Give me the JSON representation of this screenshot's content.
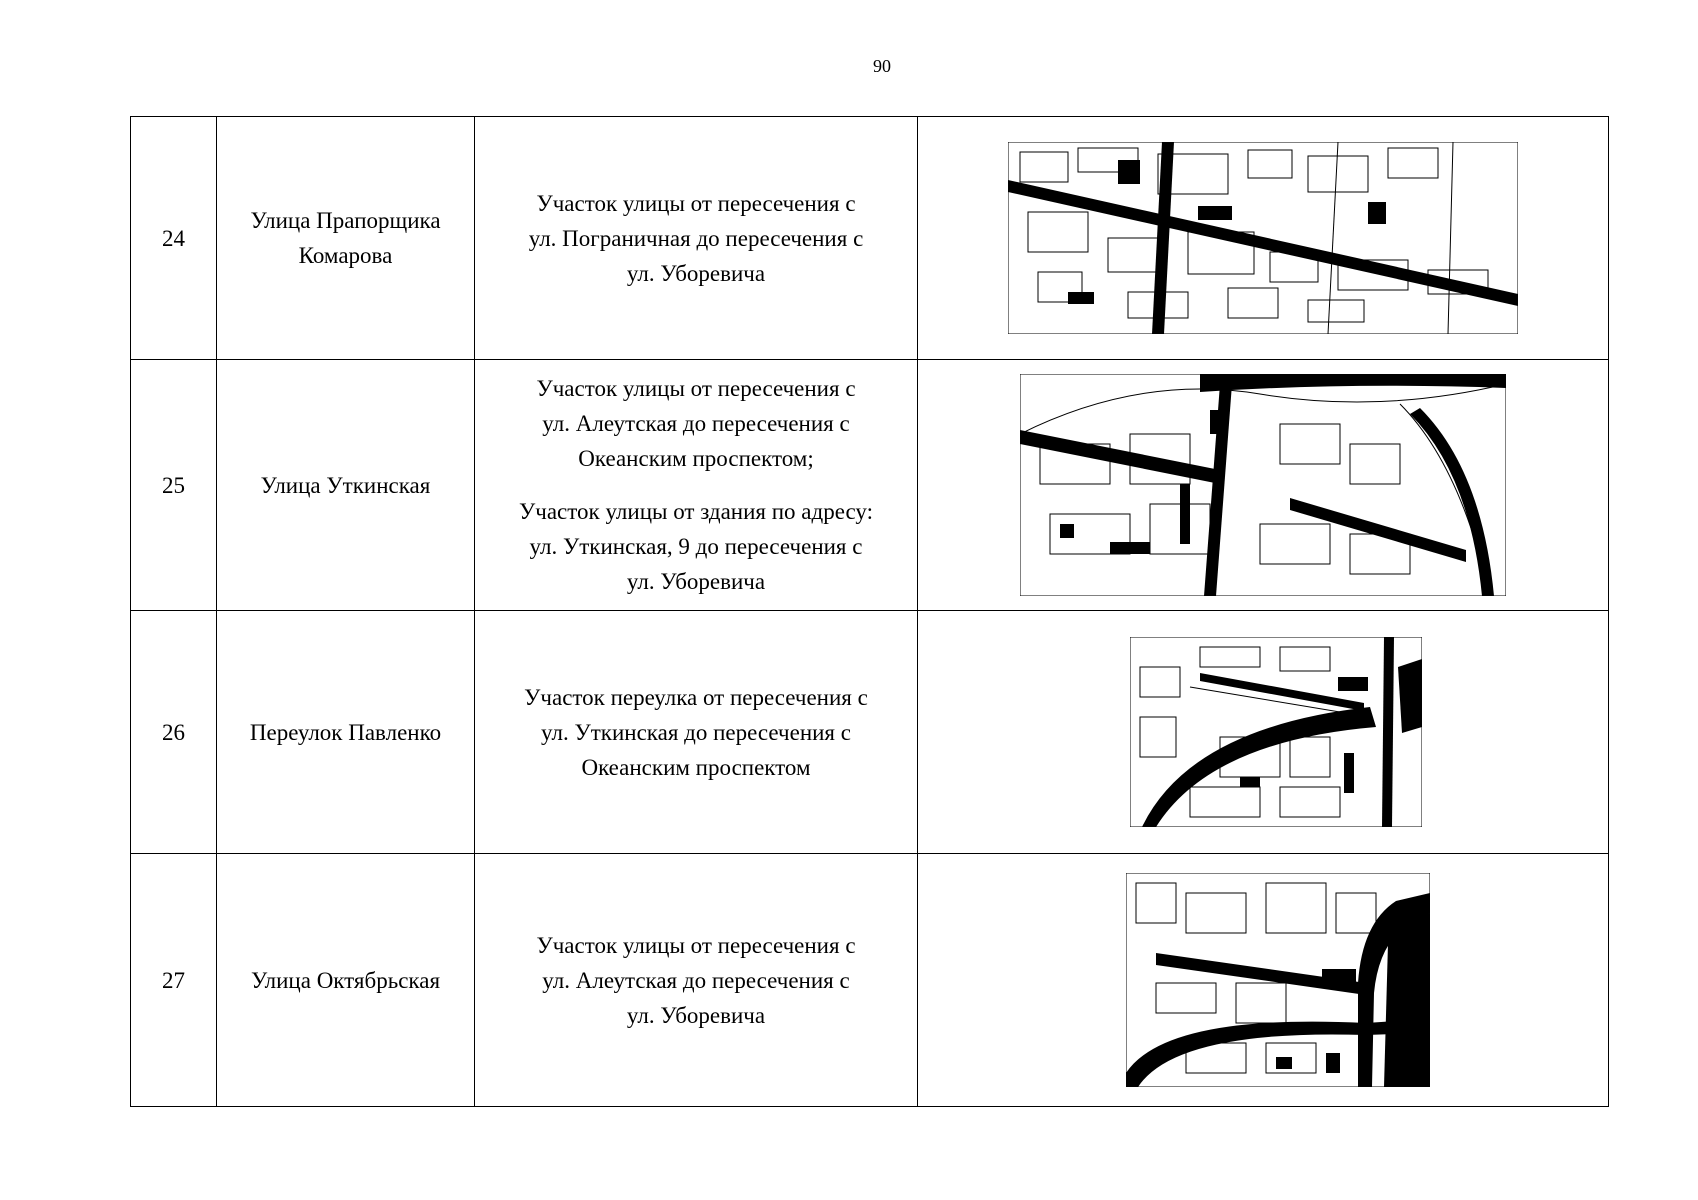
{
  "page_number": "90",
  "rows": [
    {
      "num": "24",
      "name_lines": [
        "Улица Прапорщика",
        "Комарова"
      ],
      "paragraphs": [
        [
          "Участок улицы от пересечения с",
          "ул. Пограничная до пересечения с",
          "ул. Уборевича"
        ]
      ]
    },
    {
      "num": "25",
      "name_lines": [
        "Улица Уткинская"
      ],
      "paragraphs": [
        [
          "Участок улицы от пересечения с",
          "ул. Алеутская до пересечения с",
          "Океанским проспектом;"
        ],
        [
          "Участок улицы от здания по адресу:",
          "ул. Уткинская, 9 до пересечения с",
          "ул. Уборевича"
        ]
      ]
    },
    {
      "num": "26",
      "name_lines": [
        "Переулок Павленко"
      ],
      "paragraphs": [
        [
          "Участок переулка от пересечения с",
          "ул. Уткинская до пересечения с",
          "Океанским проспектом"
        ]
      ]
    },
    {
      "num": "27",
      "name_lines": [
        "Улица Октябрьская"
      ],
      "paragraphs": [
        [
          "Участок улицы от пересечения с",
          "ул. Алеутская до пересечения с",
          "ул. Уборевича"
        ]
      ]
    }
  ]
}
